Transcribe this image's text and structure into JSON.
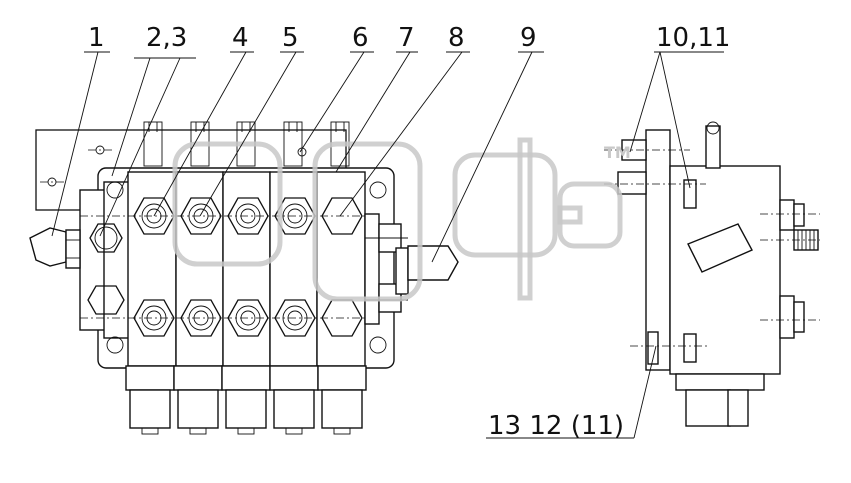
{
  "callouts": {
    "c1": "1",
    "c23": "2,3",
    "c4": "4",
    "c5": "5",
    "c6": "6",
    "c7": "7",
    "c8": "8",
    "c9": "9",
    "c1011": "10,11",
    "c131211": "13 12 (11)"
  },
  "watermark": {
    "tm": "TM"
  },
  "colors": {
    "line": "#111111",
    "watermark": "#c8c8c8",
    "background": "#ffffff"
  }
}
